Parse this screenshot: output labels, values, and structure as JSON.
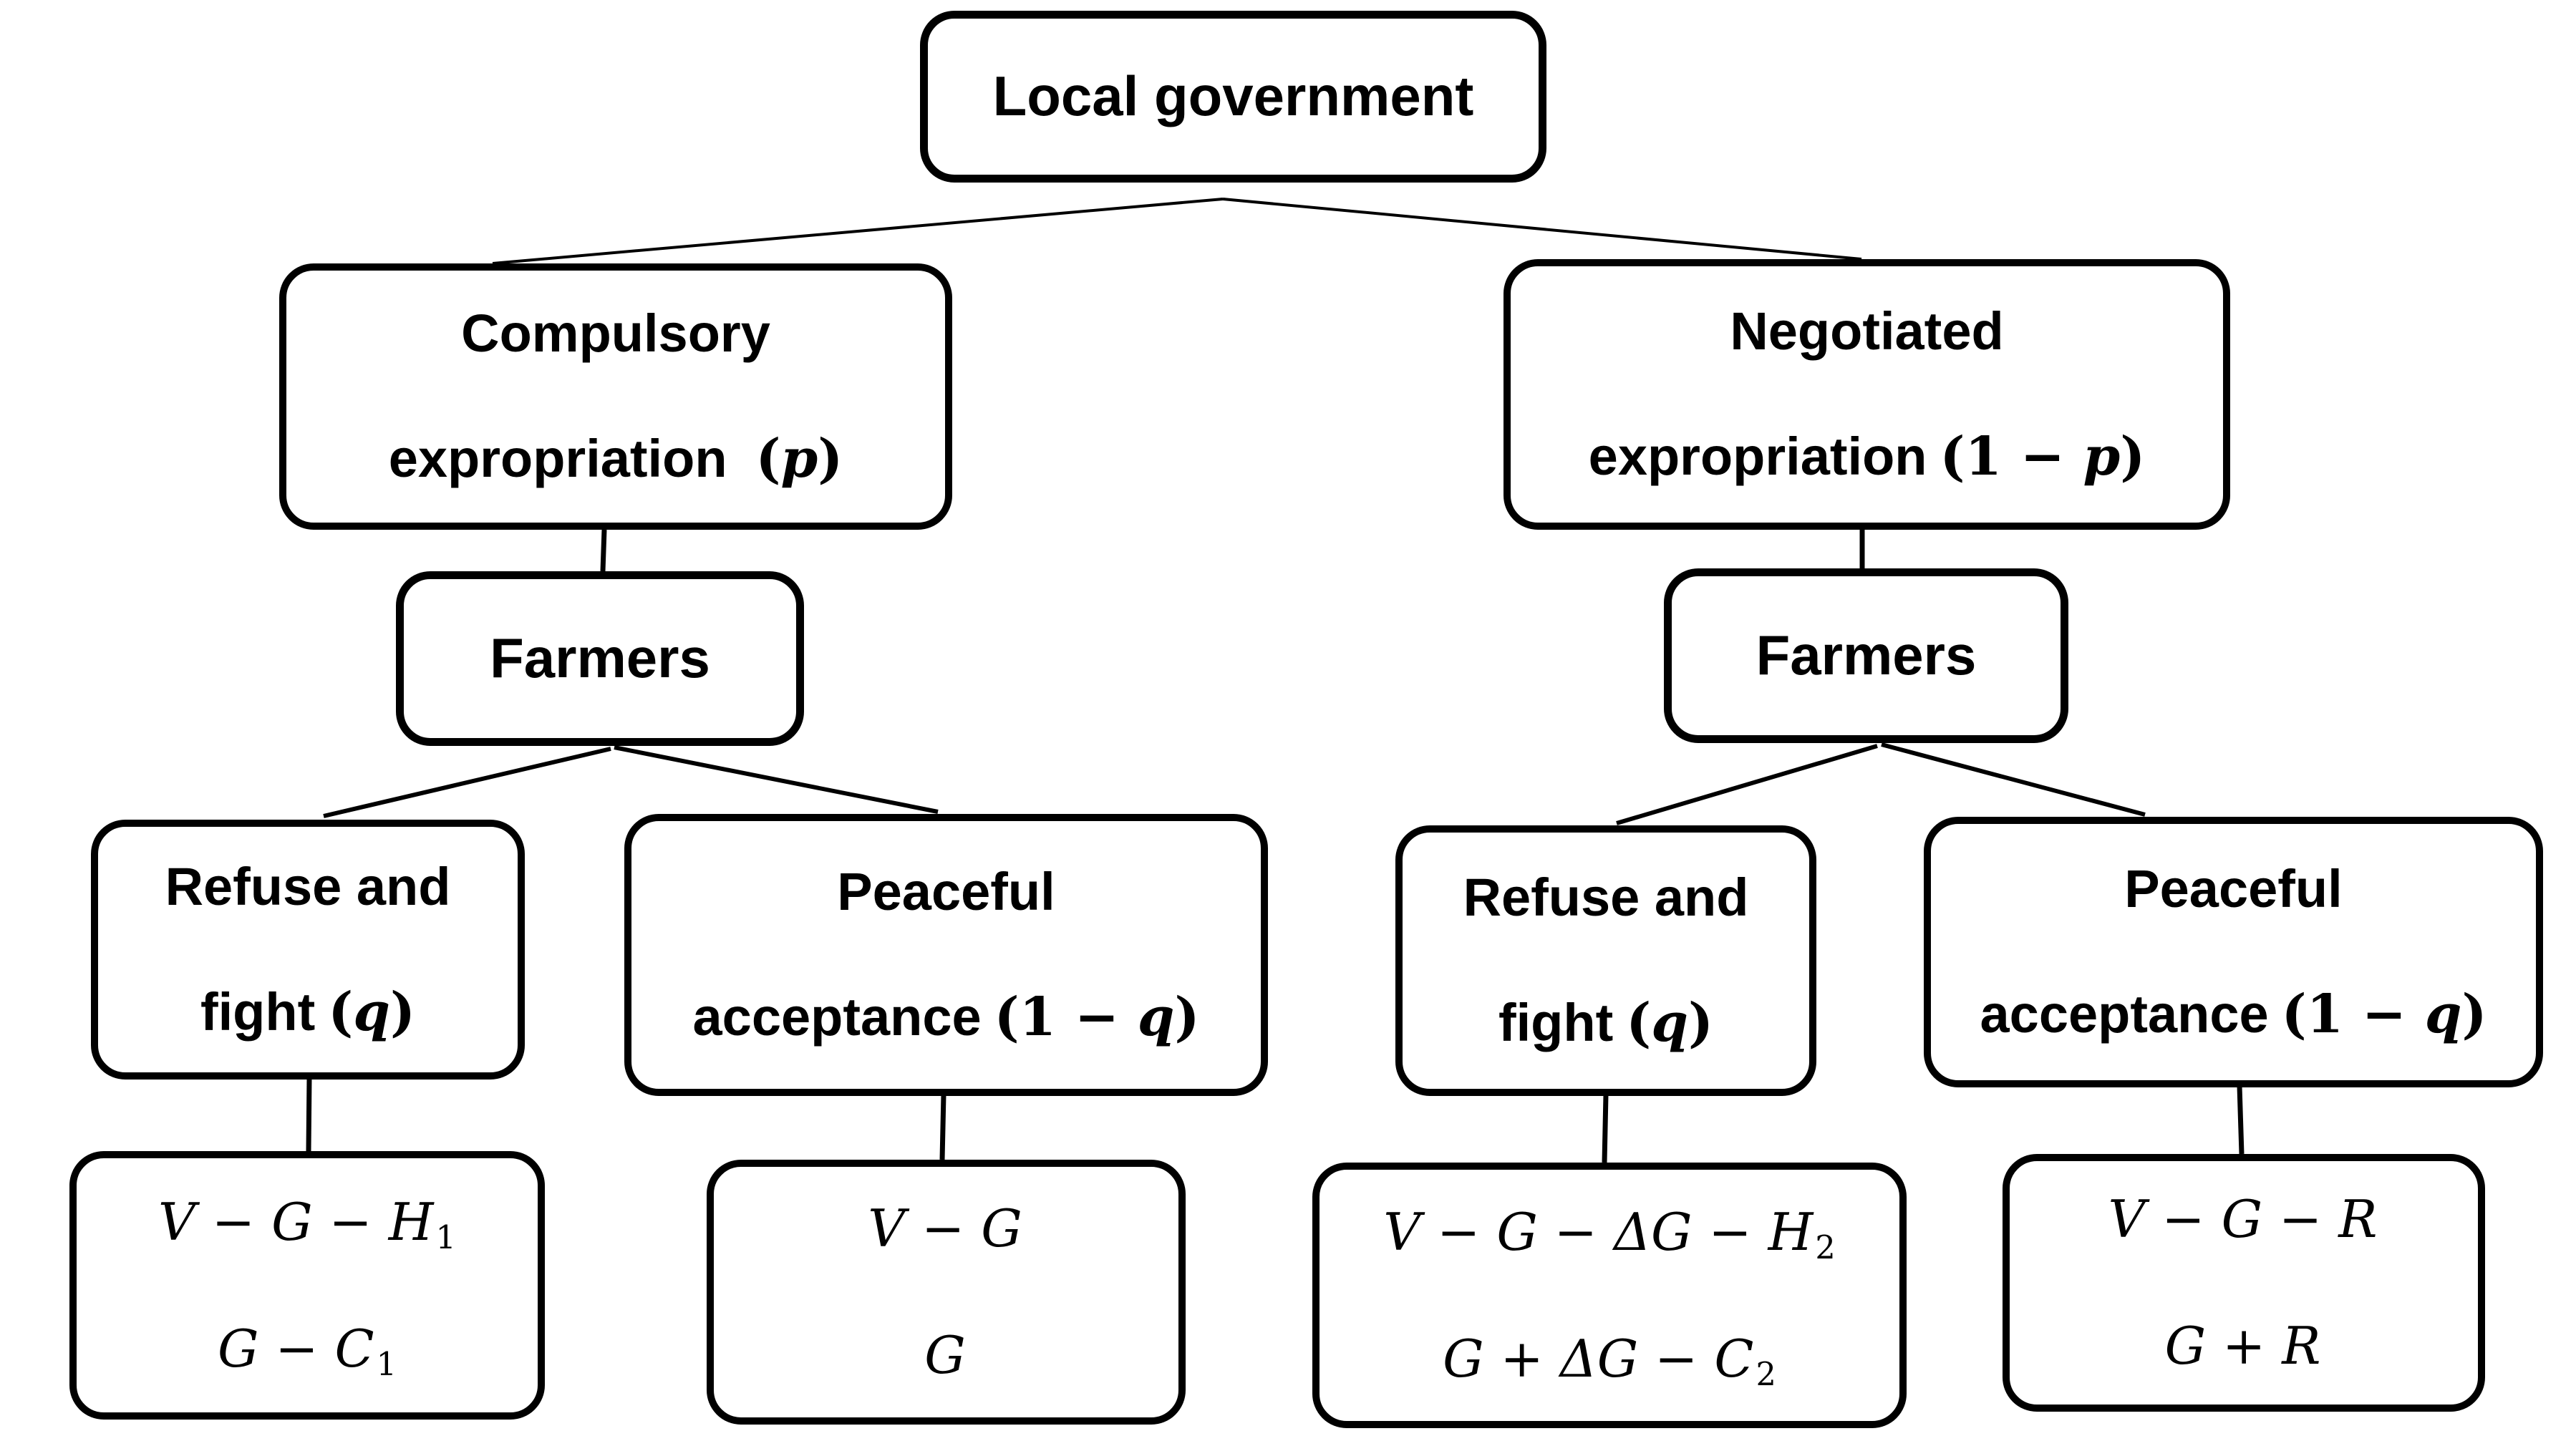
{
  "colors": {
    "background": "#ffffff",
    "box_border": "#000000",
    "text": "#000000",
    "connector_line": "#000000"
  },
  "tree": {
    "root": {
      "label": "Local government"
    },
    "compulsory": {
      "line1": "Compulsory",
      "line2": "expropriation",
      "prob_open": "(",
      "prob_var": "p",
      "prob_close": ")"
    },
    "negotiated": {
      "line1": "Negotiated",
      "line2": "expropriation",
      "prob_open": "(1 − ",
      "prob_var": "p",
      "prob_close": ")"
    },
    "farmers_left": {
      "label": "Farmers"
    },
    "farmers_right": {
      "label": "Farmers"
    },
    "refuse_left": {
      "line1": "Refuse and",
      "line2": "fight",
      "prob_open": "(",
      "prob_var": "q",
      "prob_close": ")"
    },
    "peaceful_left": {
      "line1": "Peaceful",
      "line2": "acceptance",
      "prob_open": "(1 − ",
      "prob_var": "q",
      "prob_close": ")"
    },
    "refuse_right": {
      "line1": "Refuse and",
      "line2": "fight",
      "prob_open": "(",
      "prob_var": "q",
      "prob_close": ")"
    },
    "peaceful_right": {
      "line1": "Peaceful",
      "line2": "acceptance",
      "prob_open": "(1 − ",
      "prob_var": "q",
      "prob_close": ")"
    },
    "payoffs": {
      "compulsory_fight": {
        "row1": "V − G − H",
        "row1_sub": "1",
        "row2": "G − C",
        "row2_sub": "1"
      },
      "compulsory_accept": {
        "row1": "V − G",
        "row1_sub": "",
        "row2": "G",
        "row2_sub": ""
      },
      "negotiated_fight": {
        "row1": "V − G − ΔG − H",
        "row1_sub": "2",
        "row2": "G + ΔG − C",
        "row2_sub": "2"
      },
      "negotiated_accept": {
        "row1": "V − G − R",
        "row1_sub": "",
        "row2": "G + R",
        "row2_sub": ""
      }
    }
  }
}
